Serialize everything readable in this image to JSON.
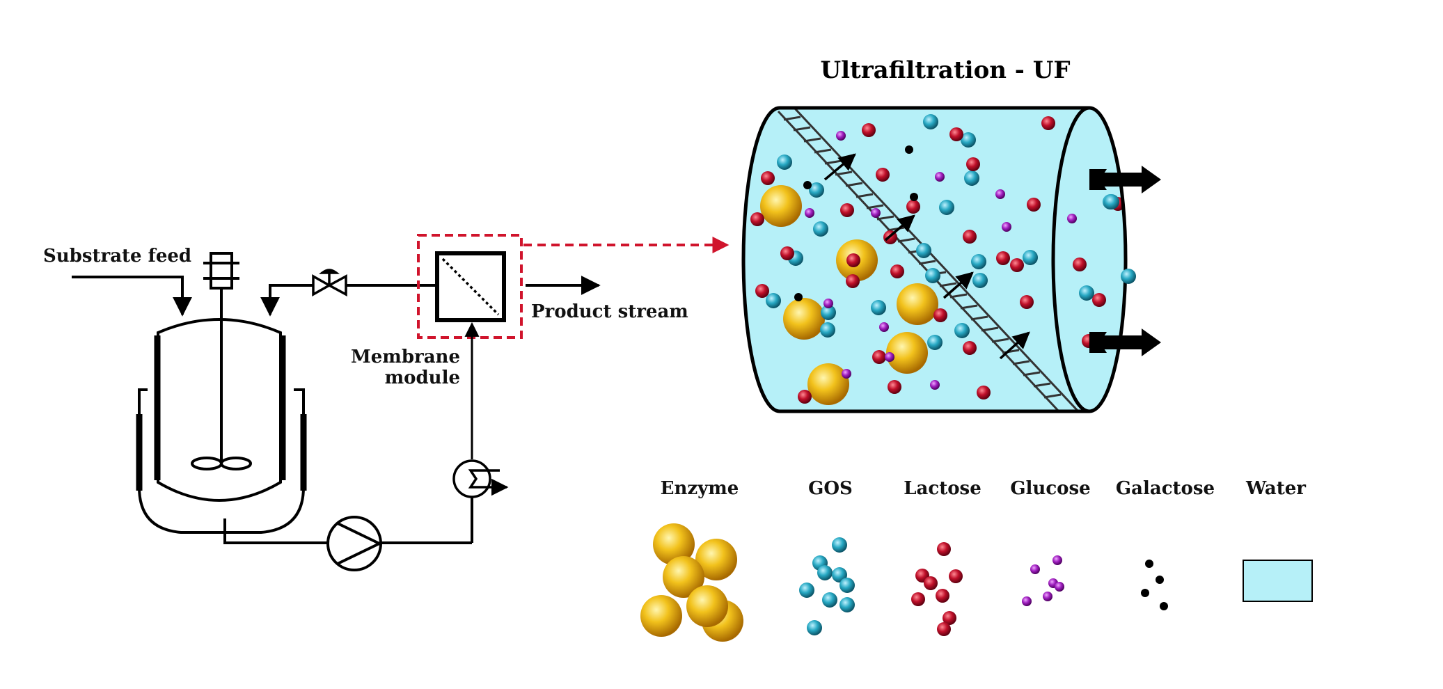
{
  "process": {
    "substrate_feed": "Substrate feed",
    "product_stream": "Product stream",
    "membrane_line1": "Membrane",
    "membrane_line2": "module"
  },
  "uf": {
    "title": "Ultrafiltration - UF"
  },
  "legend": [
    {
      "label": "Enzyme",
      "color": "#f2c21c",
      "icon": "enzyme-particles-icon"
    },
    {
      "label": "GOS",
      "color": "#28a9c4",
      "icon": "gos-particles-icon"
    },
    {
      "label": "Lactose",
      "color": "#c0102a",
      "icon": "lactose-particles-icon"
    },
    {
      "label": "Glucose",
      "color": "#a020c0",
      "icon": "glucose-particles-icon"
    },
    {
      "label": "Galactose",
      "color": "#000000",
      "icon": "galactose-particles-icon"
    },
    {
      "label": "Water",
      "color": "#b6f0f8",
      "icon": "water-swatch-icon"
    }
  ],
  "colors": {
    "dashed_link": "#d0142c",
    "water": "#b6f0f8",
    "line": "#000000"
  }
}
